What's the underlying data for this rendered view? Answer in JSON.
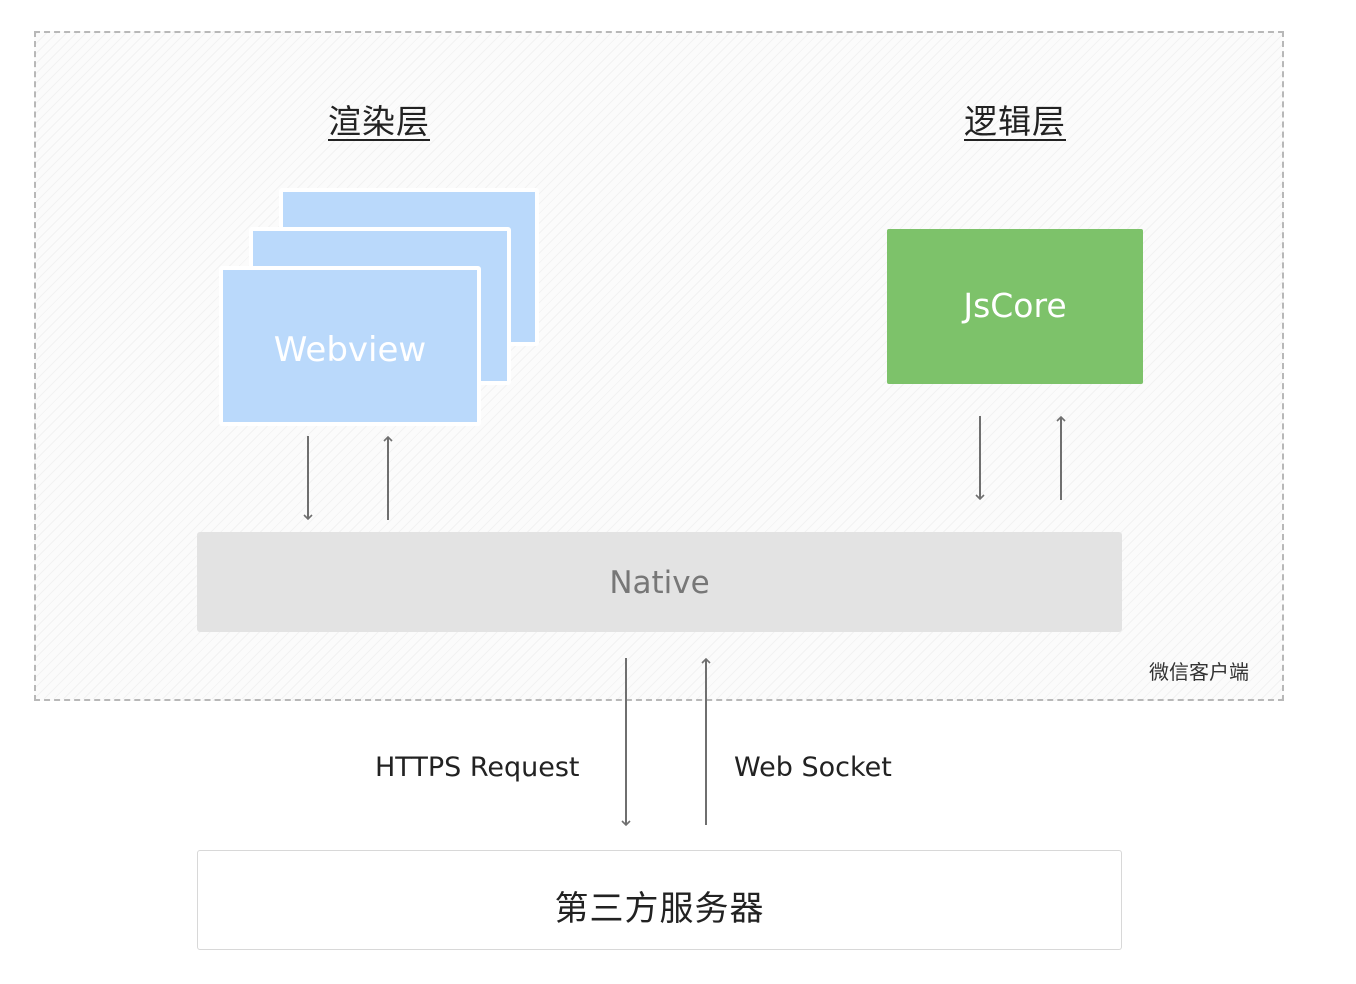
{
  "diagram": {
    "render_layer_title": "渲染层",
    "logic_layer_title": "逻辑层",
    "webview_label": "Webview",
    "jscore_label": "JsCore",
    "native_label": "Native",
    "client_label": "微信客户端",
    "https_label": "HTTPS Request",
    "websocket_label": "Web Socket",
    "server_label": "第三方服务器"
  },
  "colors": {
    "webview": "#bad9fb",
    "jscore": "#7dc26a",
    "native": "#e3e3e3",
    "arrow": "#6f6f6f"
  }
}
